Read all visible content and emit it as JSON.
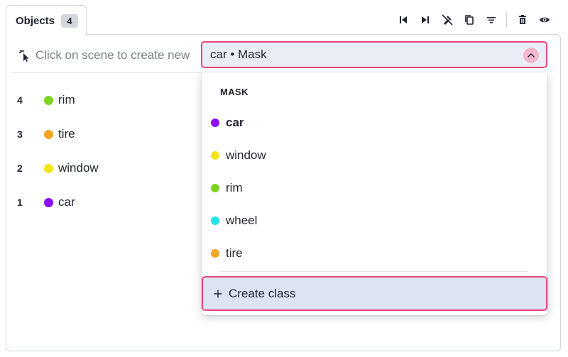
{
  "tab": {
    "label": "Objects",
    "count": "4"
  },
  "toolbar": {
    "icons": [
      "skip-to-start-icon",
      "skip-to-end-icon",
      "hide-annotations-icon",
      "copy-icon",
      "filter-icon",
      "delete-icon",
      "visibility-icon"
    ]
  },
  "create_hint": "Click on scene to create new",
  "select": {
    "value": "car • Mask"
  },
  "objects": [
    {
      "index": "4",
      "label": "rim",
      "color": "#7ed321"
    },
    {
      "index": "3",
      "label": "tire",
      "color": "#f5a623"
    },
    {
      "index": "2",
      "label": "window",
      "color": "#f1e41b"
    },
    {
      "index": "1",
      "label": "car",
      "color": "#8b10f5"
    }
  ],
  "dropdown": {
    "group": "MASK",
    "items": [
      {
        "label": "car",
        "color": "#8b10f5",
        "selected": true
      },
      {
        "label": "window",
        "color": "#f1e41b"
      },
      {
        "label": "rim",
        "color": "#7ed321"
      },
      {
        "label": "wheel",
        "color": "#1ee6e6"
      },
      {
        "label": "tire",
        "color": "#f5a623"
      }
    ],
    "create_label": "Create class"
  },
  "colors": {
    "accent": "#e8467c",
    "select_bg": "#e9eef6",
    "create_bg": "#dbe4f0"
  }
}
